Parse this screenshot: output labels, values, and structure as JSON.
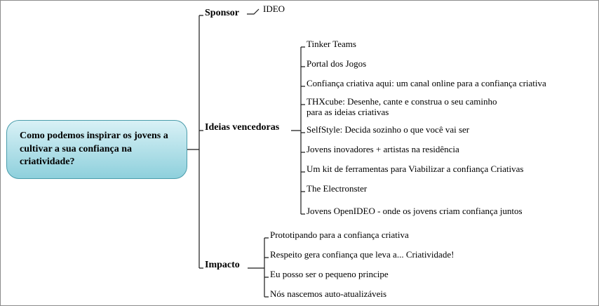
{
  "root": {
    "question": "Como podemos inspirar os jovens a cultivar a sua confiança na criatividade?"
  },
  "branches": {
    "sponsor": {
      "label": "Sponsor",
      "children": [
        "IDEO"
      ]
    },
    "winners": {
      "label": "Ideias vencedoras",
      "children": [
        "Tinker Teams",
        "Portal dos Jogos",
        "Confiança criativa aqui: um canal online para a confiança criativa",
        "THXcube: Desenhe, cante e construa o seu caminho para as ideias criativas",
        "SelfStyle: Decida sozinho o que você vai ser",
        "Jovens inovadores + artistas na residência",
        "Um kit de ferramentas para Viabilizar a confiança Criativas",
        "The Electronster",
        "Jovens OpenIDEO - onde os jovens criam confiança juntos"
      ]
    },
    "impact": {
      "label": "Impacto",
      "children": [
        "Prototipando para a confiança criativa",
        "Respeito gera confiança que leva a... Criatividade!",
        "Eu posso ser o pequeno principe",
        "Nós nascemos auto-atualizáveis"
      ]
    }
  },
  "colors": {
    "root_fill_top": "#d9f1f6",
    "root_fill_bottom": "#8ed0dc",
    "root_border": "#4a9cab",
    "connector": "#1a1a1a"
  }
}
